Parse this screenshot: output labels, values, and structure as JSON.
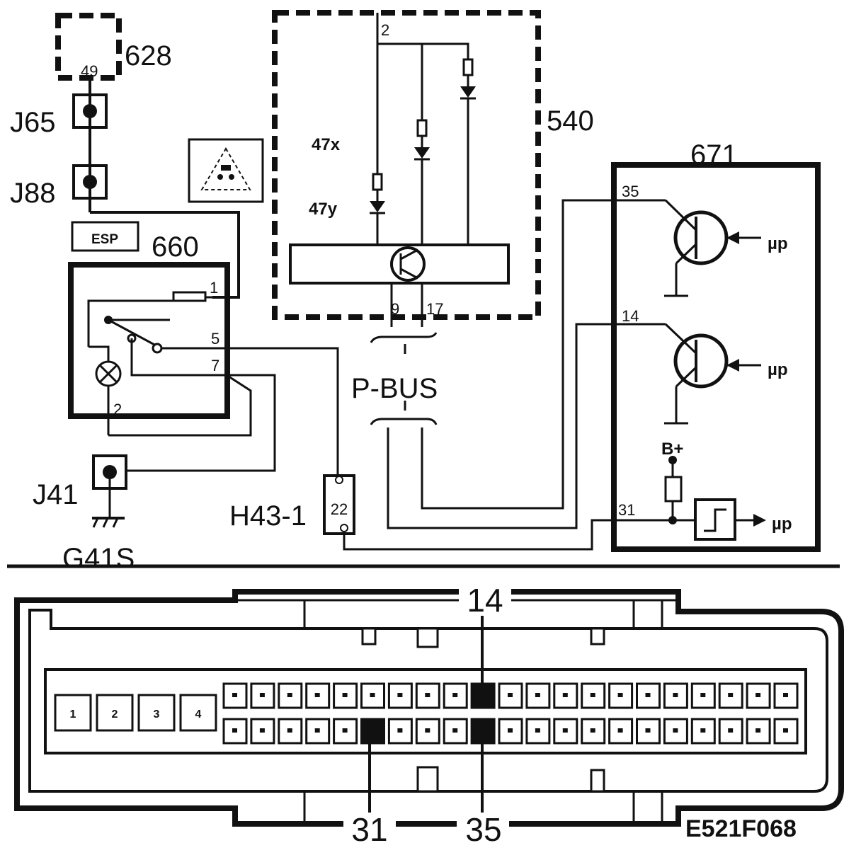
{
  "diagram": {
    "code": "E521F068",
    "labels": {
      "c628": "628",
      "c540": "540",
      "c671": "671",
      "c660": "660",
      "j65": "J65",
      "j88": "J88",
      "j41": "J41",
      "g41s": "G41S",
      "h43": "H43-1",
      "h43_pin": "22",
      "pbus": "P-BUS",
      "esp": "ESP",
      "l47x": "47x",
      "l47y": "47y",
      "p49": "49",
      "p2a": "2",
      "p9": "9",
      "p17": "17",
      "p1": "1",
      "p5": "5",
      "p7": "7",
      "p2b": "2",
      "p35": "35",
      "p14": "14",
      "p31": "31",
      "bplus": "B+",
      "mu1": "µp",
      "mu2": "µp",
      "mu3": "µp"
    },
    "connector": {
      "top_label": "14",
      "bottom_left_label": "31",
      "bottom_right_label": "35",
      "big_pins": [
        "1",
        "2",
        "3",
        "4"
      ],
      "highlighted_pins": [
        "14",
        "31",
        "35"
      ]
    }
  }
}
